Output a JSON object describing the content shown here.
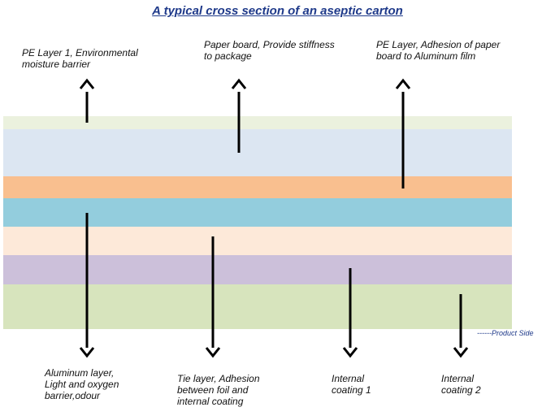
{
  "title": "A typical cross section of an aseptic carton",
  "top_labels": [
    "PE Layer 1, Environmental\nmoisture barrier",
    "Paper board, Provide stiffness\nto package",
    "PE Layer, Adhesion of paper\nboard to Aluminum film"
  ],
  "bottom_labels": [
    "Aluminum layer,\nLight and oxygen\nbarrier,odour",
    "Tie layer, Adhesion\nbetween foil and\ninternal coating",
    "Internal\ncoating 1",
    "Internal\ncoating 2"
  ],
  "product_side": "------Product Side",
  "layers": [
    {
      "color": "#ebf1de"
    },
    {
      "color": "#dce6f2"
    },
    {
      "color": "#f9bf8f"
    },
    {
      "color": "#93cddd"
    },
    {
      "color": "#fde9d9"
    },
    {
      "color": "#ccc0da"
    },
    {
      "color": "#d7e4bd"
    }
  ]
}
